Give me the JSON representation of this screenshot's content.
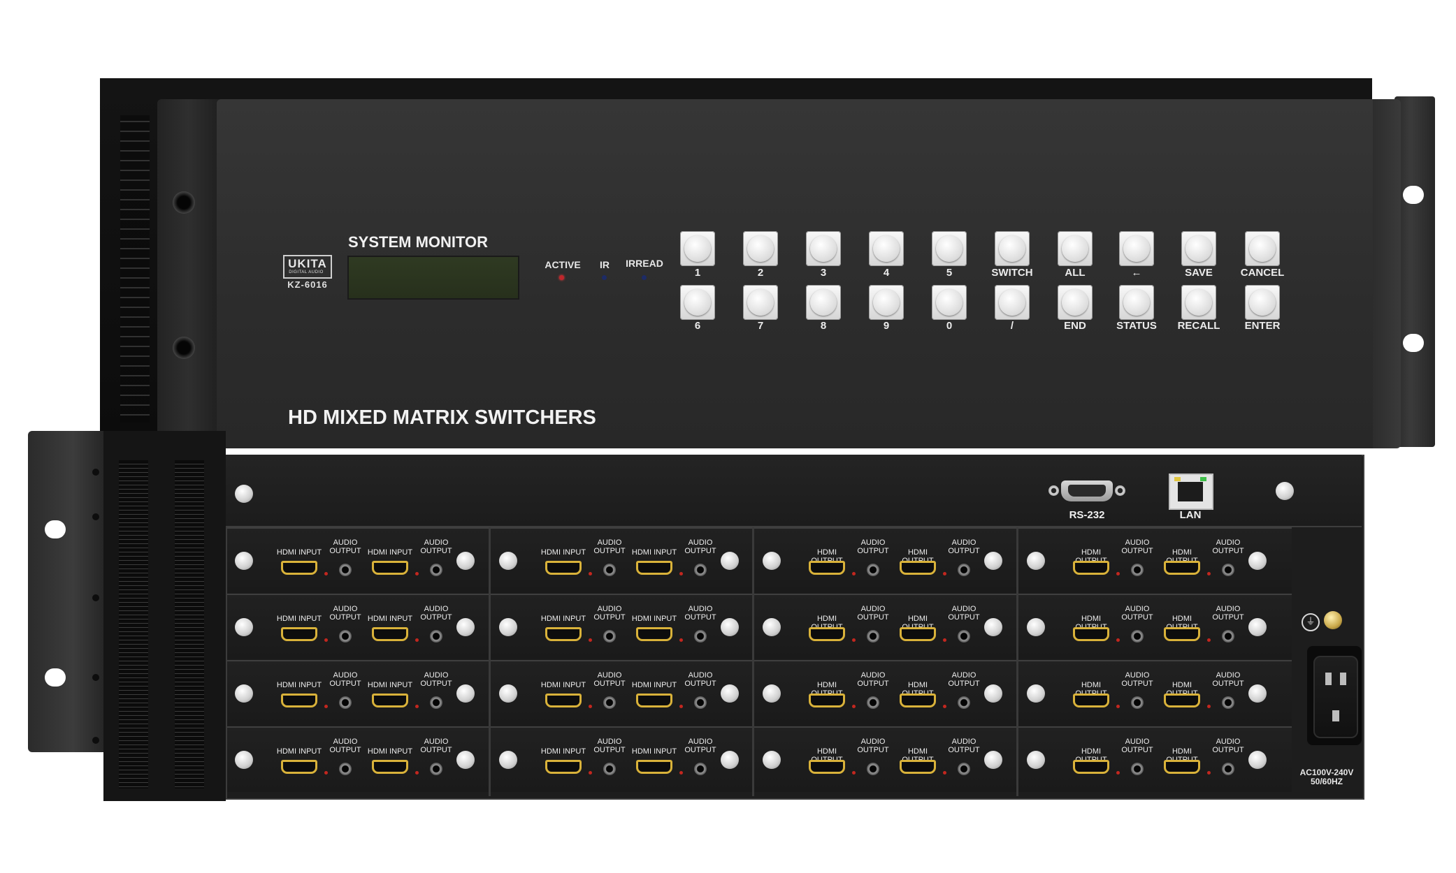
{
  "front": {
    "brand_logo": "UKITA",
    "brand_sub": "DIGITAL AUDIO",
    "model": "KZ-6016",
    "monitor_title": "SYSTEM MONITOR",
    "indicators": [
      "ACTIVE",
      "IR",
      "IRREAD"
    ],
    "keys_row1": [
      "1",
      "2",
      "3",
      "4",
      "5",
      "SWITCH",
      "ALL",
      "←",
      "SAVE",
      "CANCEL"
    ],
    "keys_row2": [
      "6",
      "7",
      "8",
      "9",
      "0",
      "/",
      "END",
      "STATUS",
      "RECALL",
      "ENTER"
    ],
    "product_title": "HD MIXED  MATRIX SWITCHERS"
  },
  "rear": {
    "rs232_label": "RS-232",
    "lan_label": "LAN",
    "card_caps": {
      "hdmi_input": "HDMI  INPUT",
      "hdmi_output": "HDMI  OUTPUT",
      "audio_output": "AUDIO OUTPUT"
    },
    "card_columns": [
      "input",
      "input",
      "output",
      "output"
    ],
    "card_rows": 4,
    "power_label_1": "AC100V-240V",
    "power_label_2": "50/60HZ",
    "ground_symbol": "⏚"
  },
  "colors": {
    "hdmi_gold": "#d9b23a",
    "led_red": "#c3271f",
    "panel_dark": "#2c2c2c"
  }
}
